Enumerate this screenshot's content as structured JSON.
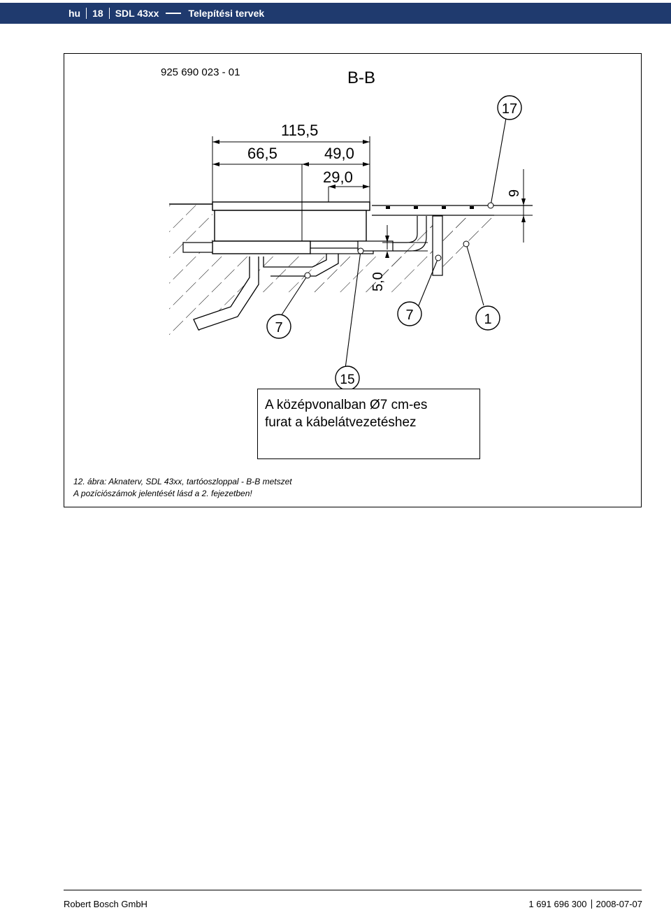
{
  "header": {
    "lang": "hu",
    "page": "18",
    "product": "SDL 43xx",
    "section": "Telepítési tervek"
  },
  "drawing": {
    "part_number": "925 690 023 - 01",
    "section_label": "B-B",
    "dimensions": {
      "d1": "115,5",
      "d2": "66,5",
      "d3": "49,0",
      "d4": "29,0",
      "d5": "5,0",
      "d6": "9"
    },
    "callouts": {
      "c17": "17",
      "c7a": "7",
      "c7b": "7",
      "c1": "1",
      "c15": "15"
    },
    "note_line1": "A középvonalban Ø7 cm-es",
    "note_line2": "furat a kábelátvezetéshez"
  },
  "caption": {
    "line1": "12. ábra: Aknaterv, SDL 43xx, tartóoszloppal - B-B metszet",
    "line2": "A pozíciószámok jelentését lásd a 2. fejezetben!"
  },
  "footer": {
    "company": "Robert Bosch GmbH",
    "doc_number": "1 691 696 300",
    "date": "2008-07-07"
  }
}
